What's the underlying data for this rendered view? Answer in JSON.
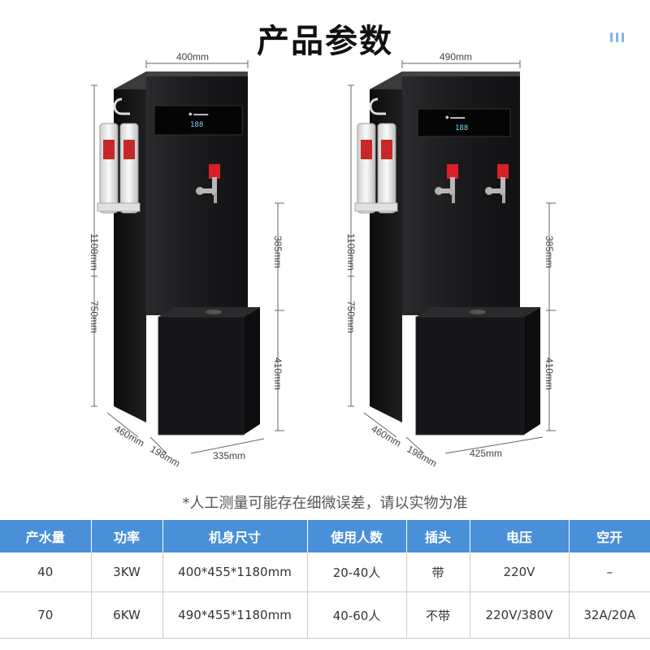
{
  "title": "产品参数",
  "left_unit": {
    "width_top": "400mm",
    "height_total": "1108mm",
    "height_lower": "750mm",
    "tap_height": "385mm",
    "cabinet_height": "410mm",
    "depth": "460mm",
    "cabinet_depth": "198mm",
    "cabinet_width": "335mm"
  },
  "right_unit": {
    "width_top": "490mm",
    "height_total": "1108mm",
    "height_lower": "750mm",
    "tap_height": "385mm",
    "cabinet_height": "410mm",
    "depth": "460mm",
    "cabinet_depth": "198mm",
    "cabinet_width": "425mm"
  },
  "note": "*人工测量可能存在细微误差，请以实物为准",
  "table": {
    "headers": [
      "产水量",
      "功率",
      "机身尺寸",
      "使用人数",
      "插头",
      "电压",
      "空开"
    ],
    "rows": [
      [
        "40",
        "3KW",
        "400*455*1180mm",
        "20-40人",
        "带",
        "220V",
        "–"
      ],
      [
        "70",
        "6KW",
        "490*455*1180mm",
        "40-60人",
        "不带",
        "220V/380V",
        "32A/20A"
      ]
    ]
  },
  "colors": {
    "header_bg": "#4a90d9",
    "body_color": "#1c1c1e",
    "tap_red": "#d8202a"
  }
}
